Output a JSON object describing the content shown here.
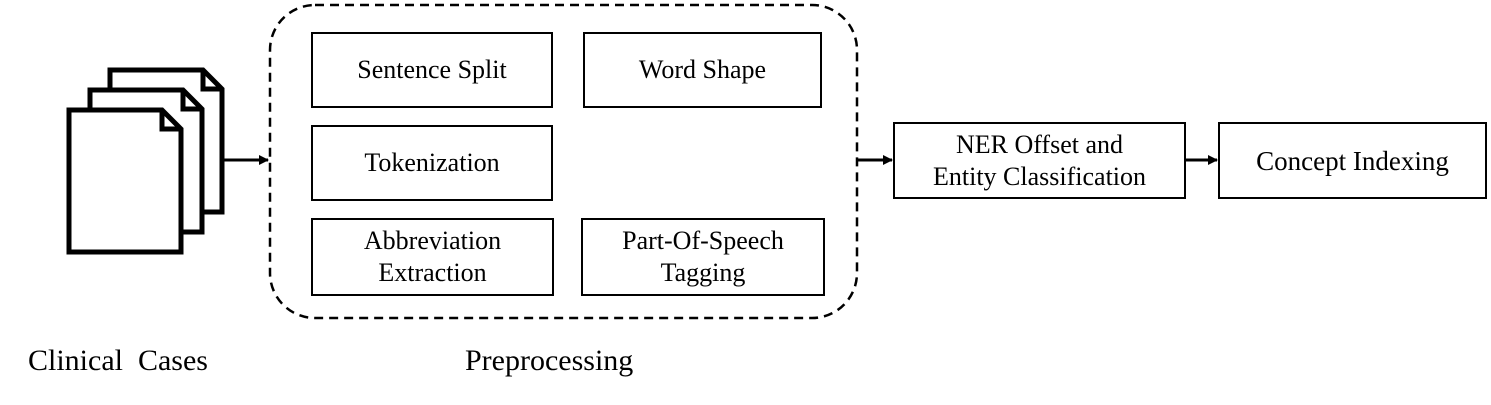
{
  "input_label": "Clinical  Cases",
  "preprocessing": {
    "caption": "Preprocessing",
    "steps": {
      "sentence_split": "Sentence Split",
      "word_shape": "Word Shape",
      "tokenization": "Tokenization",
      "abbreviation": "Abbreviation\nExtraction",
      "pos_tagging": "Part-Of-Speech\nTagging"
    }
  },
  "ner": "NER Offset and\nEntity Classification",
  "concept_indexing": "Concept Indexing"
}
